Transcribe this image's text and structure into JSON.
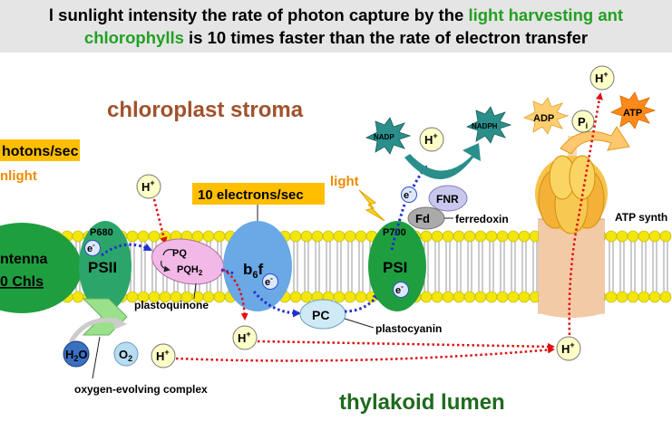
{
  "banner": {
    "line1_a": "l sunlight intensity the rate of photon capture by the ",
    "line1_b": "light harvesting ant",
    "line2_a": "chlorophylls",
    "line2_b": " is 10 times faster than the rate of electron transfer"
  },
  "regions": {
    "stroma": "chloroplast stroma",
    "lumen": "thylakoid lumen"
  },
  "labels": {
    "photons_box": "hotons/sec",
    "sunlight_left": "nlight",
    "electrons_box": "10 electrons/sec",
    "light": "light",
    "antenna_line1": "ntenna",
    "antenna_line2": "0 Chls",
    "p680": "P680",
    "psii": "PSII",
    "pq": "PQ",
    "pqh2_main": "PQH",
    "pqh2_sub": "2",
    "plastoquinone": "plastoquinone",
    "b6f_main": "b",
    "b6f_sub": "6",
    "b6f_f": "f",
    "pc": "PC",
    "plastocyanin": "plastocyanin",
    "p700": "P700",
    "psi": "PSI",
    "fnr": "FNR",
    "fd": "Fd",
    "ferredoxin": "ferredoxin",
    "nadp": "NADP",
    "nadph": "NADPH",
    "adp": "ADP",
    "pi_main": "P",
    "pi_sub": "i",
    "atp": "ATP",
    "atp_synthase": "ATP synth",
    "h2o_h": "H",
    "h2o_sub": "2",
    "h2o_o": "O",
    "o2_o": "O",
    "o2_sub": "2",
    "oec": "oxygen-evolving complex",
    "h_plus": "H",
    "plus": "+",
    "e_minus": "e",
    "minus": "-"
  },
  "colors": {
    "green_text": "#22a022",
    "stroma_text": "#a0522d",
    "lumen_text": "#1e6a1e",
    "box_orange": "#ffbf00",
    "psii_green": "#2ca56a",
    "b6f_blue": "#6aa8e6",
    "pq_pink": "#f2b8e6",
    "pc_cyan": "#cfeaf6",
    "h_yellow": "#ffffc8",
    "membrane_yellow": "#f2e60a",
    "arrow_red": "#e01010",
    "arrow_blue": "#2030d0",
    "atp_orange": "#ff8a1a",
    "nadp_teal": "#2a8f8a"
  }
}
